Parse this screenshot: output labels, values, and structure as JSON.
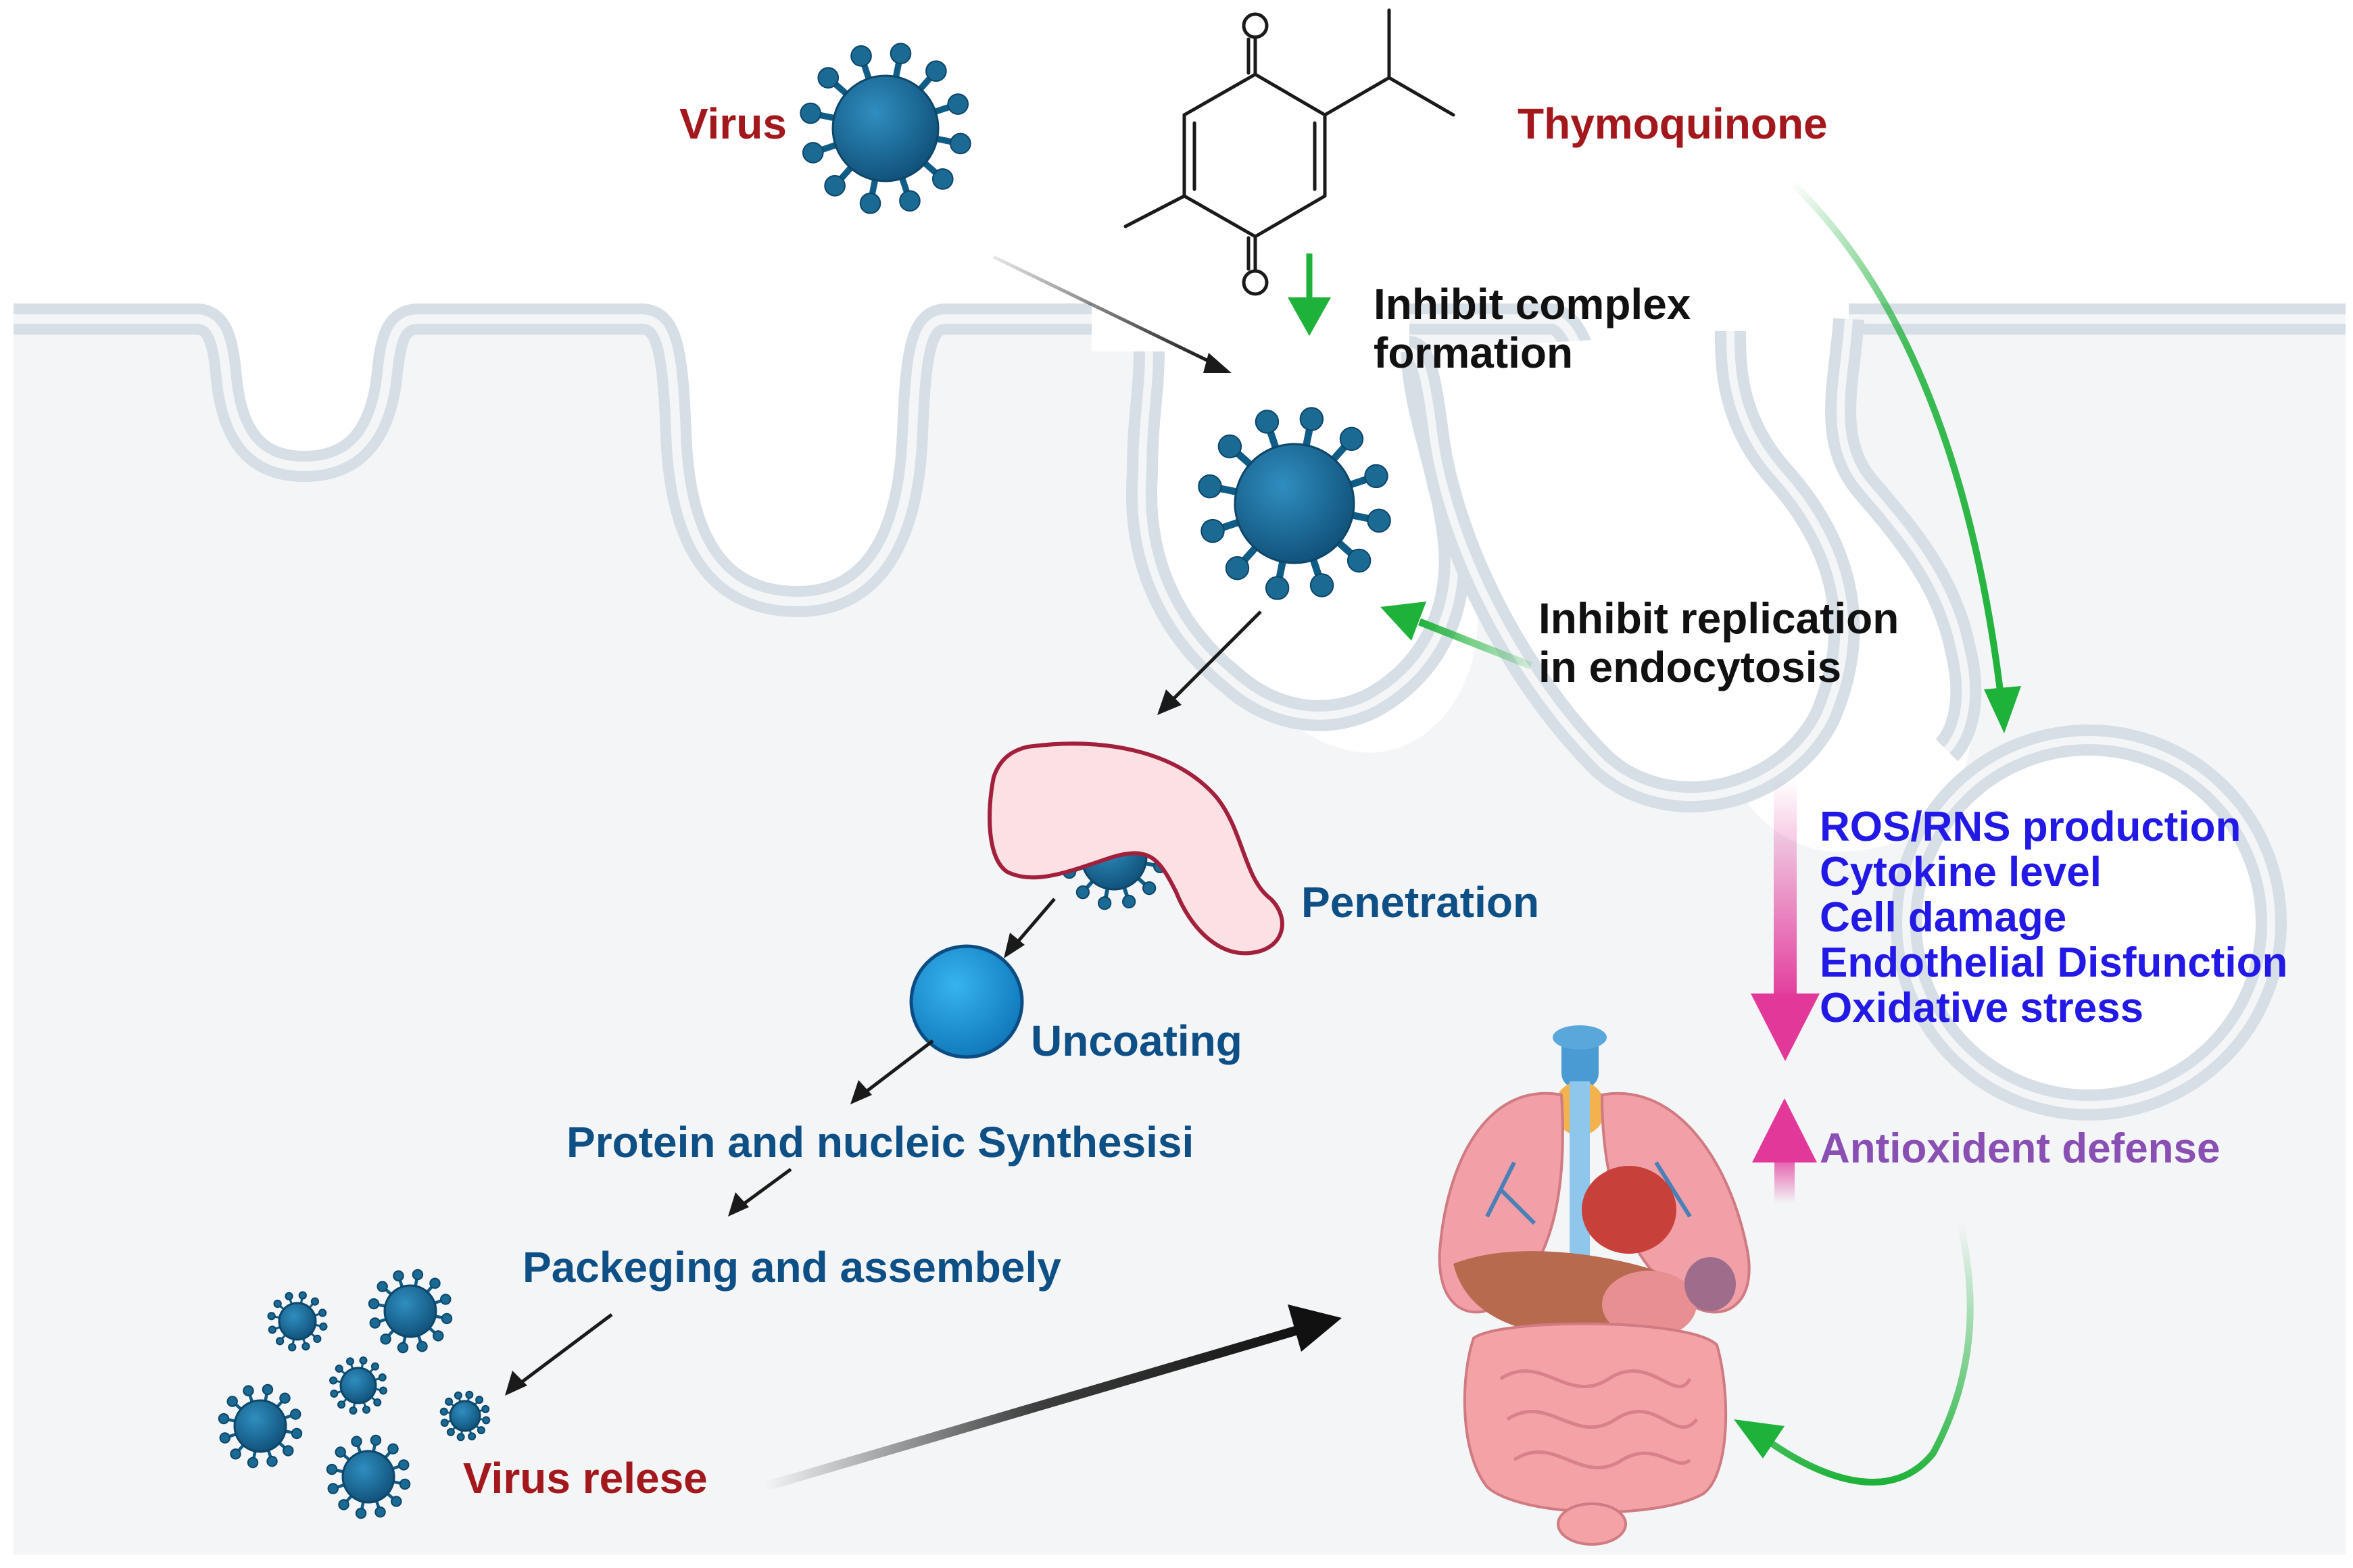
{
  "labels": {
    "virus": "Virus",
    "thymoquinone": "Thymoquinone",
    "inhibit_complex": [
      "Inhibit complex",
      "formation"
    ],
    "inhibit_replication": [
      "Inhibit replication",
      "in endocytosis"
    ],
    "penetration": "Penetration",
    "uncoating": "Uncoating",
    "synthesis": "Protein and nucleic Synthesisi",
    "packaging": "Packeging and assembely",
    "release": "Virus relese",
    "effects": [
      "ROS/RNS production",
      "Cytokine level",
      "Cell damage",
      "Endothelial Disfunction",
      "Oxidative stress"
    ],
    "antioxidant": "Antioxident defense"
  },
  "colors": {
    "virus_red": "#a3181c",
    "virus_body": "#1b6a94",
    "membrane": "#d6dee6",
    "cytoplasm": "#f3f5f7",
    "green_arrow": "#1fb23a",
    "magenta_arrow": "#e2389a",
    "effects_text": "#2319e6",
    "antioxidant_text": "#8a4fb2",
    "step_text": "#0e4f85"
  }
}
